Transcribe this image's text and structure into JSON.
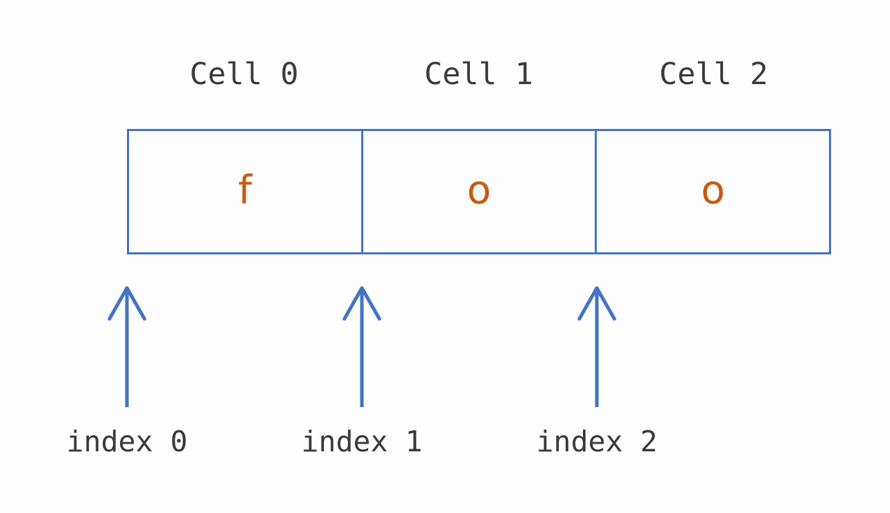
{
  "diagram": {
    "title": "String cell and index diagram",
    "colors": {
      "background": "#fdfdfd",
      "box_border": "#4472c4",
      "arrow": "#4472c4",
      "character": "#c75a12",
      "label_text": "#3a3a3a"
    },
    "cell_labels": [
      {
        "text": "Cell 0"
      },
      {
        "text": "Cell 1"
      },
      {
        "text": "Cell 2"
      }
    ],
    "cells": [
      {
        "char": "f"
      },
      {
        "char": "o"
      },
      {
        "char": "o"
      }
    ],
    "index_labels": [
      {
        "text": "index 0"
      },
      {
        "text": "index 1"
      },
      {
        "text": "index 2"
      }
    ]
  }
}
